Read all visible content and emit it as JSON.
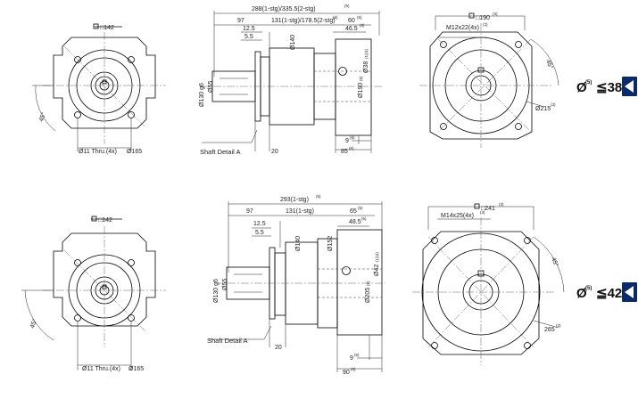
{
  "top": {
    "left_view": {
      "square": "□142",
      "angle": "45°",
      "holes": "Ø11 Thru.(4x)",
      "pcd": "Ø165"
    },
    "side_view": {
      "overall": "288(1-stg)/335.5(2-stg)",
      "overall_sup": "(6)",
      "d97": "97",
      "d131": "131(1-stg)/178.5(2-stg)",
      "d131_sup": "(6)",
      "d60": "60",
      "d60_sup": "(6)",
      "d12_5": "12.5",
      "d5_5": "5.5",
      "d46_5": "46.5",
      "d46_5_sup": "(6)",
      "d140": "Ø140",
      "d130": "Ø130 g6",
      "d55": "Ø55",
      "d38": "Ø38",
      "d38_sup": "(1)(4)",
      "d190": "Ø190",
      "d190_sup": "(6)",
      "d9": "9",
      "d9_sup": "(6)",
      "d20": "20",
      "d85": "85",
      "d85_sup": "(6)",
      "shaft": "Shaft Detail  A"
    },
    "right_view": {
      "square": "□190",
      "square_sup": "(3)",
      "tap": "M12x22(4x)",
      "tap_sup": "(3)",
      "angle": "45°",
      "pcd": "Ø215",
      "pcd_sup": "(3)"
    },
    "badge": {
      "prefix": "Ø",
      "sup": "(5)",
      "value": "≦38"
    }
  },
  "bottom": {
    "left_view": {
      "square": "□142",
      "angle": "45°",
      "holes": "Ø11 Thru.(4x)",
      "pcd": "Ø165"
    },
    "side_view": {
      "overall": "293(1-stg)",
      "overall_sup": "(6)",
      "d97": "97",
      "d131": "131(1-stg)",
      "d65": "65",
      "d65_sup": "(6)",
      "d12_5": "12.5",
      "d5_5": "5.5",
      "d48_5": "48.5",
      "d48_5_sup": "(6)",
      "d140": "Ø140",
      "d152": "Ø152",
      "d130": "Ø130 g6",
      "d55": "Ø55",
      "d42": "Ø42",
      "d42_sup": "(1)(4)",
      "d205": "Ø205",
      "d205_sup": "(6)",
      "d9": "9",
      "d9_sup": "(6)",
      "d20": "20",
      "d90": "90",
      "d90_sup": "(6)",
      "shaft": "Shaft Detail  A"
    },
    "right_view": {
      "square": "□241",
      "square_sup": "(3)",
      "tap": "M14x25(4x)",
      "tap_sup": "(3)",
      "angle": "45°",
      "pcd": "265",
      "pcd_sup": "(3)"
    },
    "badge": {
      "prefix": "Ø",
      "sup": "(5)",
      "value": "≦42"
    }
  }
}
